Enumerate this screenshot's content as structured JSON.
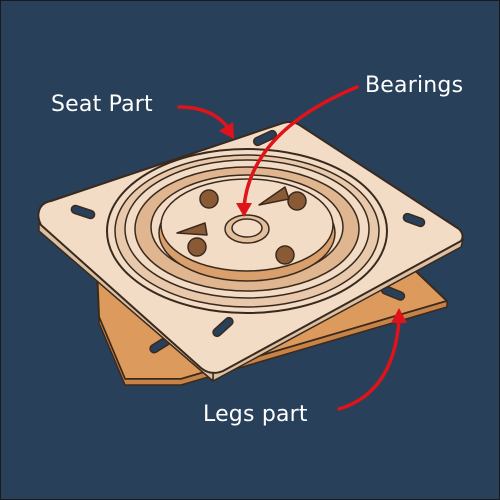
{
  "labels": {
    "seat": "Seat Part",
    "bearings": "Bearings",
    "legs": "Legs part"
  },
  "colors": {
    "background": "#28405a",
    "seat_plate": "#f3dcc6",
    "legs_plate": "#dd9a5d",
    "outline": "#3a2a1e",
    "arrow": "#e0131b",
    "label_text": "#ffffff"
  }
}
